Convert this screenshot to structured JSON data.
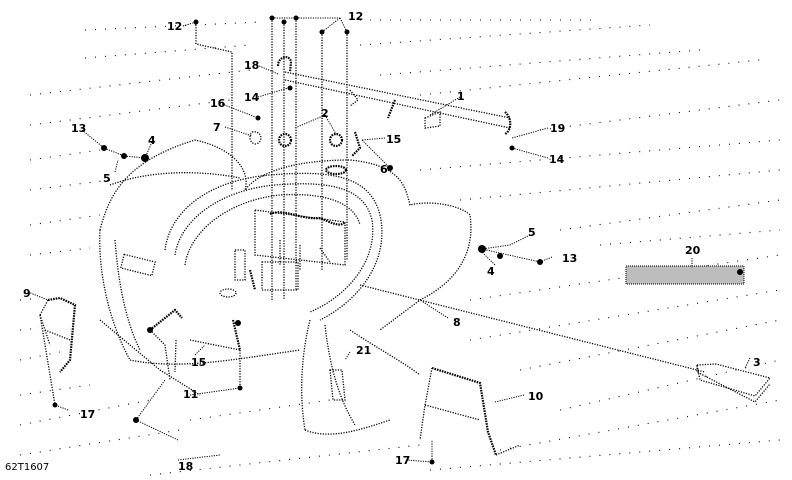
{
  "diagram": {
    "title": "Body / Front fascia and service compartment exploded view",
    "reference_code": "62T1607",
    "callouts": [
      {
        "id": "c1",
        "label": "1"
      },
      {
        "id": "c2",
        "label": "2"
      },
      {
        "id": "c3",
        "label": "3"
      },
      {
        "id": "c4a",
        "label": "4"
      },
      {
        "id": "c4b",
        "label": "4"
      },
      {
        "id": "c5a",
        "label": "5"
      },
      {
        "id": "c5b",
        "label": "5"
      },
      {
        "id": "c6",
        "label": "6"
      },
      {
        "id": "c7",
        "label": "7"
      },
      {
        "id": "c8",
        "label": "8"
      },
      {
        "id": "c9",
        "label": "9"
      },
      {
        "id": "c10",
        "label": "10"
      },
      {
        "id": "c11",
        "label": "11"
      },
      {
        "id": "c12a",
        "label": "12"
      },
      {
        "id": "c12b",
        "label": "12"
      },
      {
        "id": "c13a",
        "label": "13"
      },
      {
        "id": "c13b",
        "label": "13"
      },
      {
        "id": "c14a",
        "label": "14"
      },
      {
        "id": "c14b",
        "label": "14"
      },
      {
        "id": "c15a",
        "label": "15"
      },
      {
        "id": "c15b",
        "label": "15"
      },
      {
        "id": "c16",
        "label": "16"
      },
      {
        "id": "c17a",
        "label": "17"
      },
      {
        "id": "c17b",
        "label": "17"
      },
      {
        "id": "c18a",
        "label": "18"
      },
      {
        "id": "c18b",
        "label": "18"
      },
      {
        "id": "c19",
        "label": "19"
      },
      {
        "id": "c20",
        "label": "20"
      },
      {
        "id": "c21",
        "label": "21"
      }
    ]
  }
}
